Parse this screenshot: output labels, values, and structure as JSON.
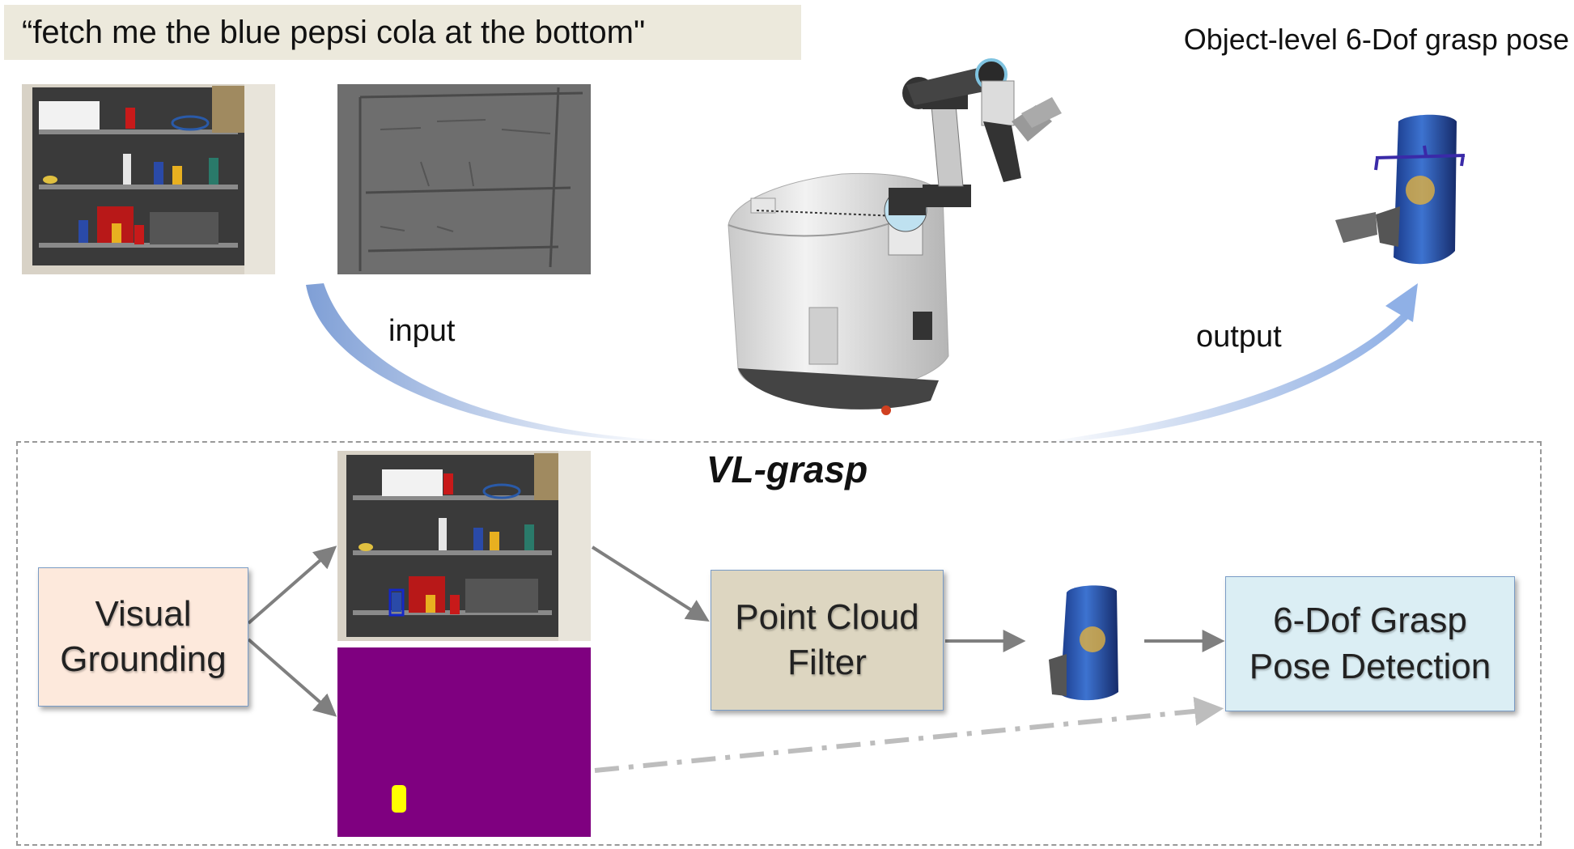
{
  "query": "“fetch me the blue pepsi cola at the bottom\"",
  "target_title": "Object-level 6-Dof grasp pose",
  "labels": {
    "input": "input",
    "output": "output"
  },
  "framework": {
    "title": "VL-grasp"
  },
  "nodes": {
    "visual_grounding": {
      "line1": "Visual",
      "line2": "Grounding"
    },
    "point_cloud_filter": {
      "line1": "Point Cloud",
      "line2": "Filter"
    },
    "grasp_detection": {
      "line1": "6-Dof Grasp",
      "line2": "Pose Detection"
    }
  },
  "colors": {
    "mask_background": "#7f0080",
    "mask_target": "#ffff00",
    "bbox": "#1428c8",
    "arrow_gradient": "#7f9fd6",
    "arrow": "#7f7f7f",
    "dashed_arrow": "#bdbdbd",
    "grasp_gripper": "#2a20a8"
  }
}
